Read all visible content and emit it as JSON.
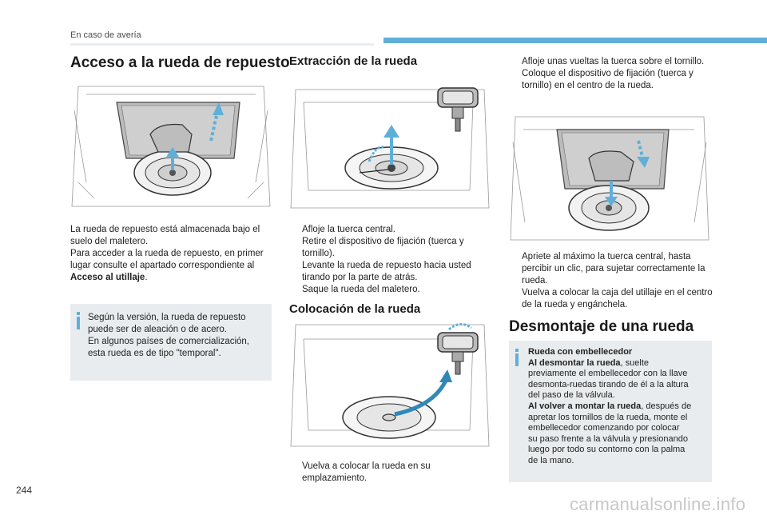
{
  "header": {
    "section": "En caso de avería"
  },
  "page_number": "244",
  "watermark": "carmanualsonline.info",
  "col1": {
    "title": "Acceso a la rueda de repuesto",
    "para": [
      "La rueda de repuesto está almacenada bajo el",
      "suelo del maletero.",
      "Para acceder a la rueda de repuesto, en primer",
      "lugar consulte el apartado correspondiente al"
    ],
    "para_bold": "Acceso al utillaje",
    "para_end": ".",
    "note": [
      "Según la versión, la rueda de repuesto",
      "puede ser de aleación o de acero.",
      "En algunos países de comercialización,",
      "esta rueda es de tipo \"temporal\"."
    ]
  },
  "col2": {
    "title_a": "Extracción de la rueda",
    "bullets_a": [
      "Afloje la tuerca central.",
      "Retire el dispositivo de fijación (tuerca y tornillo).",
      "Levante la rueda de repuesto hacia usted tirando por la parte de atrás.",
      "Saque la rueda del maletero."
    ],
    "title_b": "Colocación de la rueda",
    "bullets_b": [
      "Vuelva a colocar la rueda en su emplazamiento."
    ]
  },
  "col3": {
    "bullets_a": [
      "Afloje unas vueltas la tuerca sobre el tornillo.",
      "Coloque el dispositivo de fijación (tuerca y tornillo) en el centro de la rueda."
    ],
    "bullets_b": [
      "Apriete al máximo la tuerca central, hasta percibir un clic, para sujetar correctamente la rueda.",
      "Vuelva a colocar la caja del utillaje en el centro de la rueda y engánchela."
    ],
    "title": "Desmontaje de una rueda",
    "note": {
      "head": "Rueda con embellecedor",
      "l1_bold": "Al desmontar la rueda",
      "l1_rest": ", suelte",
      "lines_a": [
        "previamente el embellecedor con la llave",
        "desmonta-ruedas tirando de él a la altura",
        "del paso de la válvula."
      ],
      "l2_bold": "Al volver a montar la rueda",
      "l2_rest": ", después de",
      "lines_b": [
        "apretar los tornillos de la rueda, monte el",
        "embellecedor comenzando por colocar",
        "su paso frente a la válvula y presionando",
        "luego por todo su contorno con la palma",
        "de la mano."
      ]
    }
  },
  "bullet_glyph": "",
  "colors": {
    "accent": "#5fb0d8",
    "note_bg": "#e9ecee"
  }
}
